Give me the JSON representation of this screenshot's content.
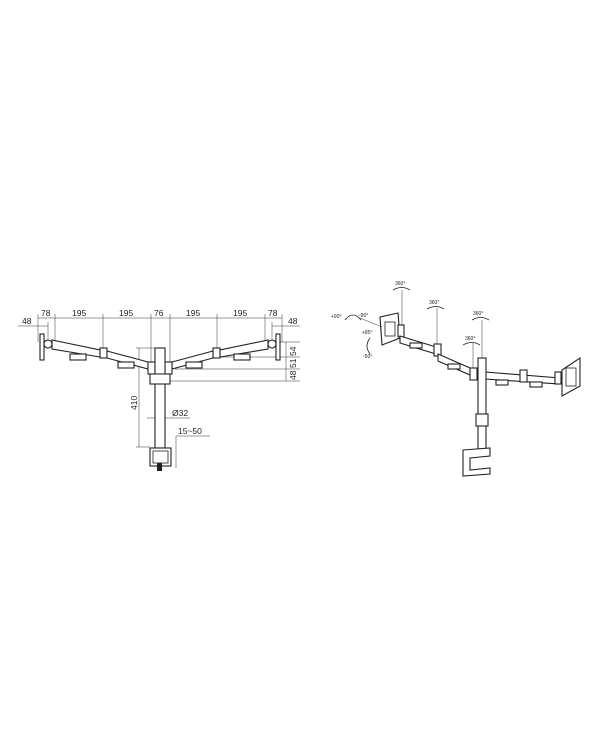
{
  "front_view": {
    "dimensions_horizontal": [
      "48",
      "78",
      "195",
      "195",
      "76",
      "195",
      "195",
      "78",
      "48"
    ],
    "dimensions_vertical": [
      "54",
      "51",
      "48"
    ],
    "pole_height": "410",
    "pole_diameter": "Ø32",
    "clamp_range": "15~50"
  },
  "perspective_view": {
    "rotation_labels": [
      "360°",
      "360°",
      "360°",
      "360°"
    ],
    "tilt_labels": [
      "+90°",
      "-90°",
      "+85°",
      "-50°"
    ]
  }
}
